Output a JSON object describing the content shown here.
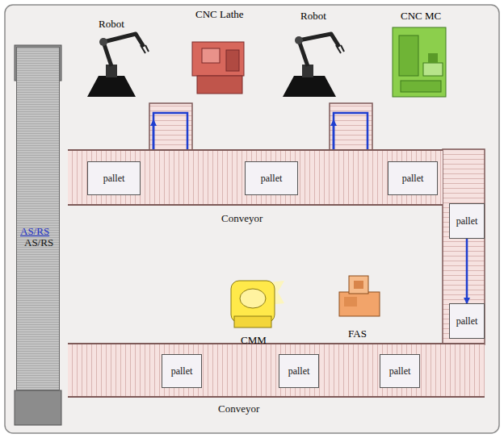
{
  "diagram": {
    "nodes": [
      {
        "text": [
          "AS/RS",
          "AS/RS"
        ]
      },
      {
        "text": [
          "Conveyor"
        ]
      },
      {
        "text": [
          "pallet"
        ],
        "in": 1
      },
      {
        "text": [
          "pallet"
        ],
        "in": 1
      },
      {
        "text": [
          "pallet"
        ],
        "in": 1
      },
      {
        "text": [
          "pallet"
        ]
      },
      {
        "text": [
          "pallet"
        ]
      },
      {
        "text": [
          "Conveyor"
        ]
      },
      {
        "text": [
          "pallet"
        ],
        "in": 7
      },
      {
        "text": [
          "pallet"
        ],
        "in": 7
      },
      {
        "text": [
          "pallet"
        ],
        "in": 7
      }
    ],
    "edges": [
      {
        "from": 2,
        "to": 3,
        "arrow": "to"
      },
      {
        "from": 3,
        "to": 4,
        "arrow": "to"
      },
      {
        "from": 5,
        "to": 6,
        "arrow": "to"
      },
      {
        "from": 10,
        "to": 9,
        "arrow": "to"
      },
      {
        "from": 9,
        "to": 8,
        "arrow": "to"
      }
    ],
    "labels": [
      "Robot",
      "CNC Lathe",
      "Robot",
      "CNC MC",
      "CMM",
      "FAS"
    ]
  }
}
